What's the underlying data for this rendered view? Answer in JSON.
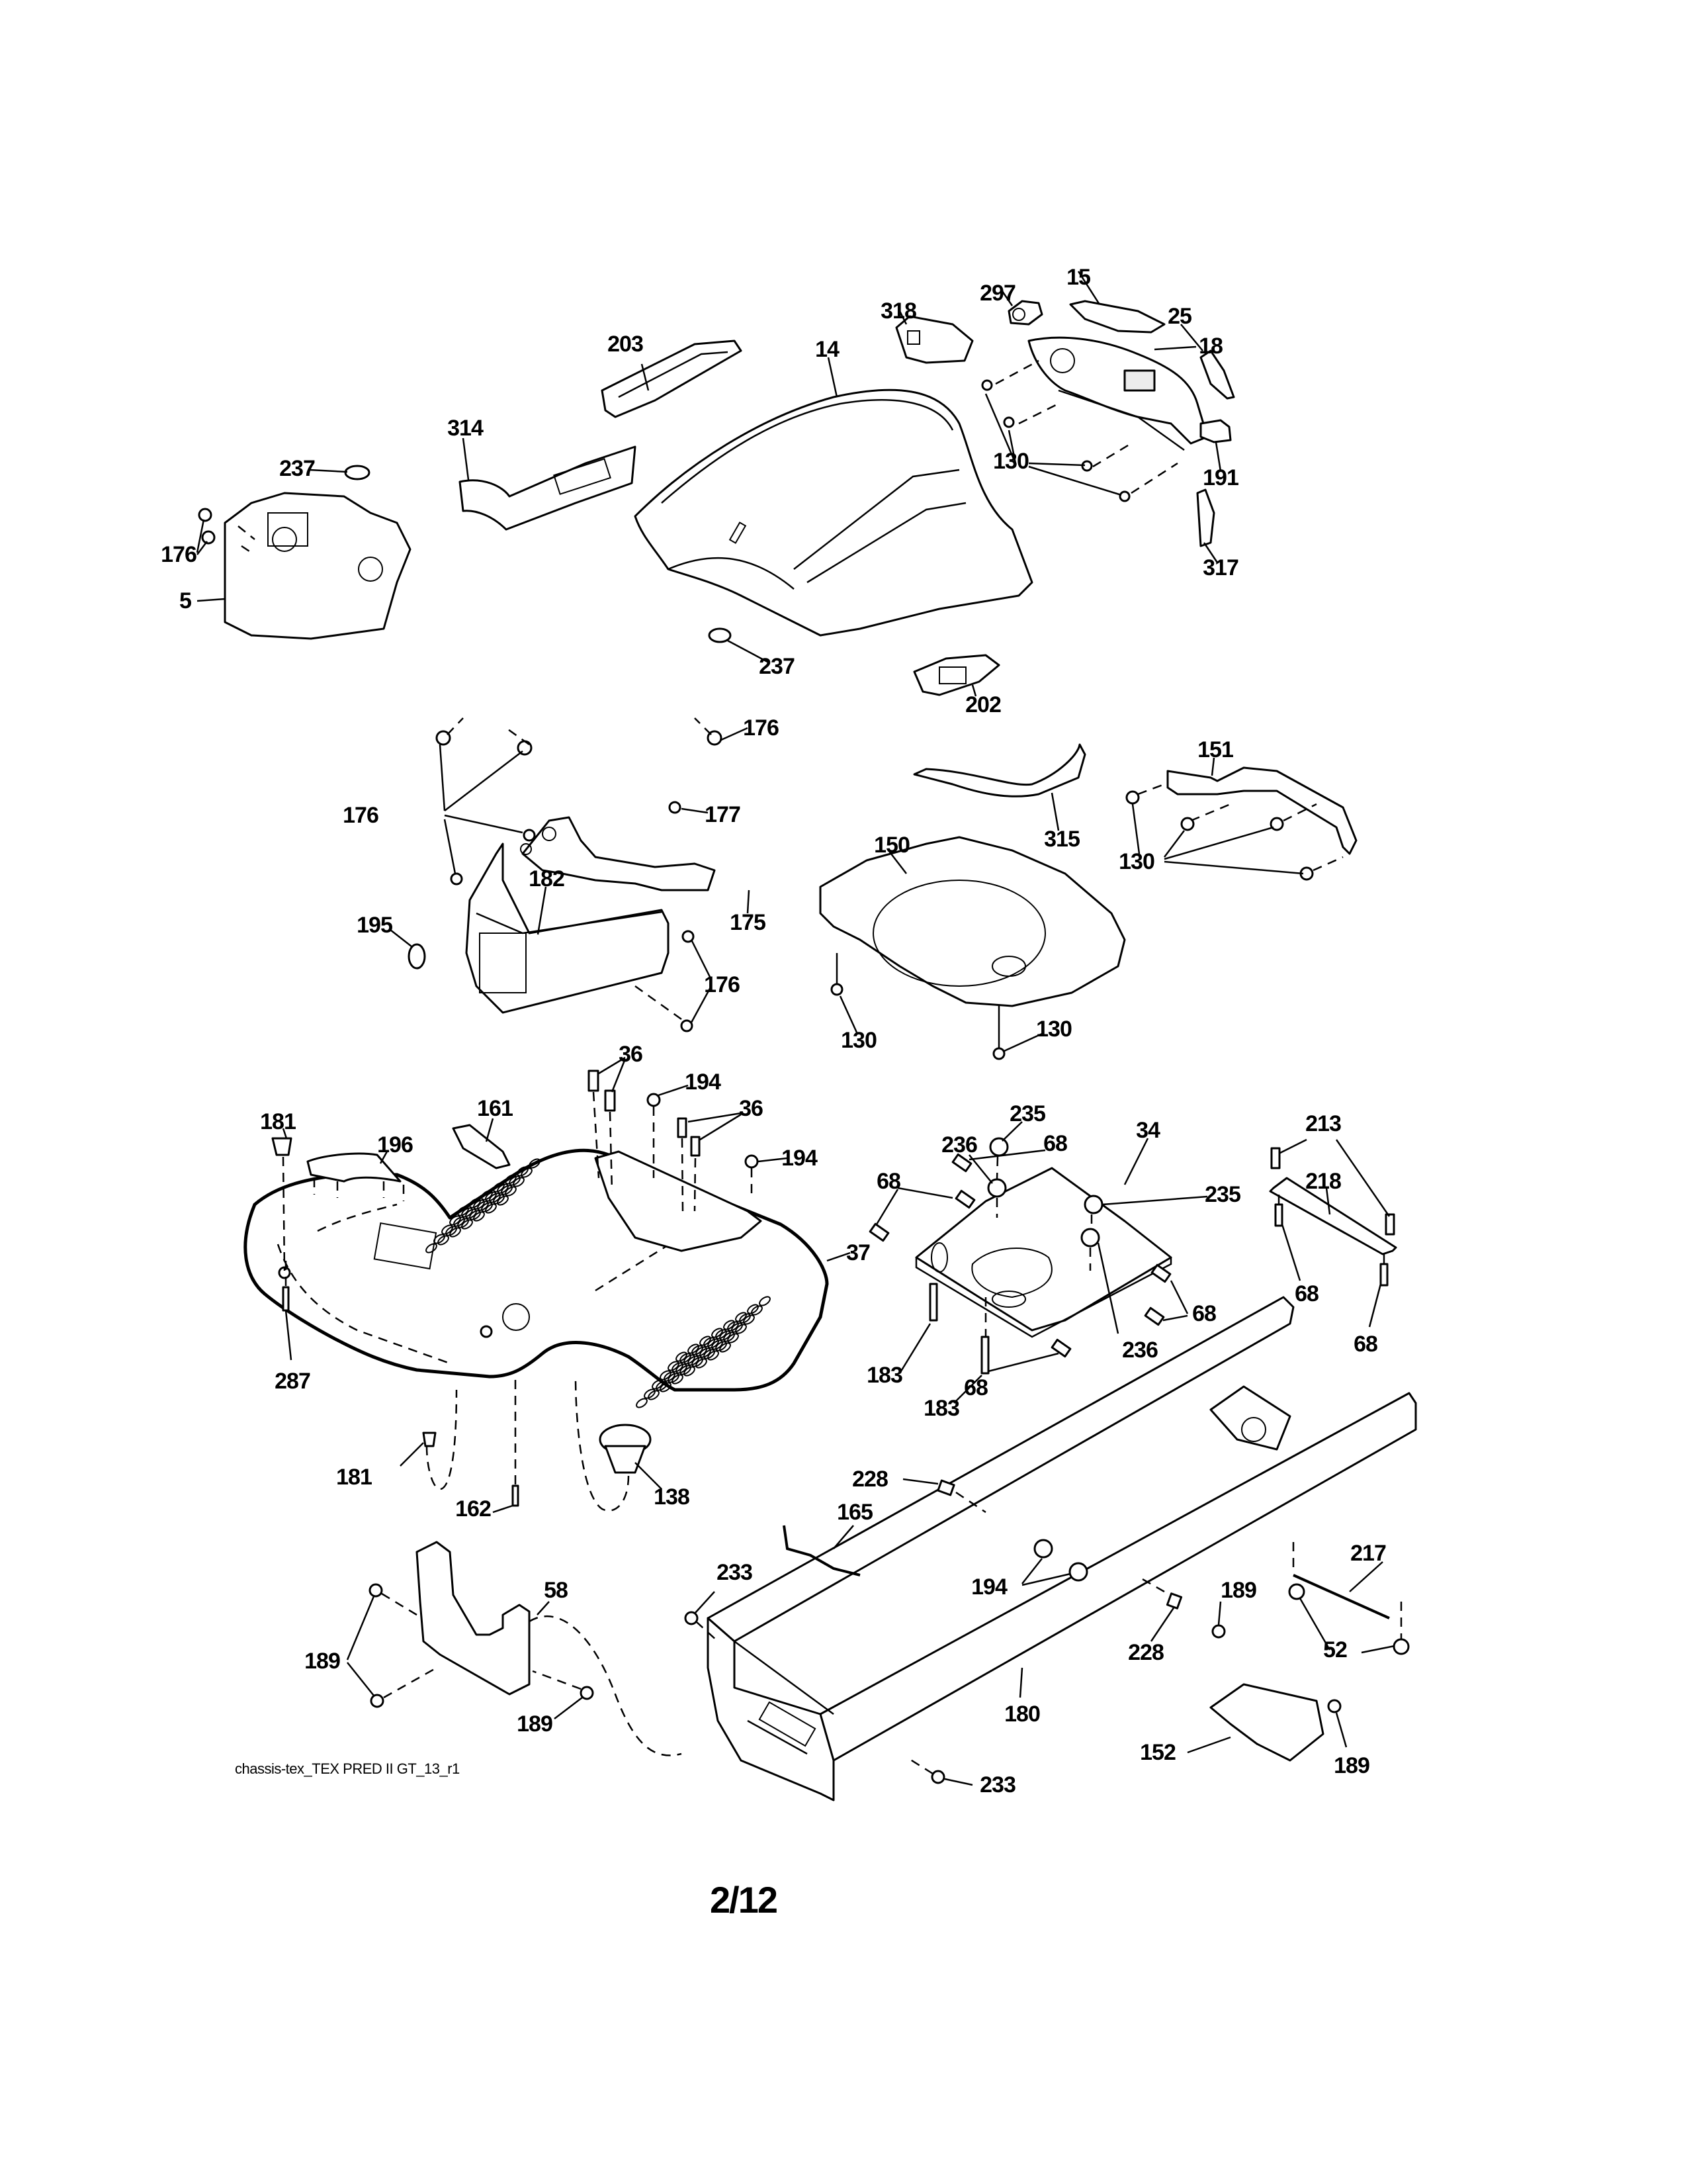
{
  "document": {
    "type": "exploded parts diagram",
    "drawing_id": "chassis-tex_TEX PRED II GT_13_r1",
    "page_number": "2/12"
  },
  "callouts": [
    {
      "id": "c-203",
      "label": "203"
    },
    {
      "id": "c-14",
      "label": "14"
    },
    {
      "id": "c-318",
      "label": "318"
    },
    {
      "id": "c-297",
      "label": "297"
    },
    {
      "id": "c-15",
      "label": "15"
    },
    {
      "id": "c-25",
      "label": "25"
    },
    {
      "id": "c-18",
      "label": "18"
    },
    {
      "id": "c-314",
      "label": "314"
    },
    {
      "id": "c-237a",
      "label": "237"
    },
    {
      "id": "c-176a",
      "label": "176"
    },
    {
      "id": "c-5",
      "label": "5"
    },
    {
      "id": "c-237b",
      "label": "237"
    },
    {
      "id": "c-130a",
      "label": "130"
    },
    {
      "id": "c-191",
      "label": "191"
    },
    {
      "id": "c-317",
      "label": "317"
    },
    {
      "id": "c-202",
      "label": "202"
    },
    {
      "id": "c-176b",
      "label": "176"
    },
    {
      "id": "c-176c",
      "label": "176"
    },
    {
      "id": "c-177",
      "label": "177"
    },
    {
      "id": "c-151",
      "label": "151"
    },
    {
      "id": "c-315",
      "label": "315"
    },
    {
      "id": "c-150",
      "label": "150"
    },
    {
      "id": "c-130b",
      "label": "130"
    },
    {
      "id": "c-175",
      "label": "175"
    },
    {
      "id": "c-182",
      "label": "182"
    },
    {
      "id": "c-195",
      "label": "195"
    },
    {
      "id": "c-176d",
      "label": "176"
    },
    {
      "id": "c-130c",
      "label": "130"
    },
    {
      "id": "c-130d",
      "label": "130"
    },
    {
      "id": "c-36a",
      "label": "36"
    },
    {
      "id": "c-194a",
      "label": "194"
    },
    {
      "id": "c-181a",
      "label": "181"
    },
    {
      "id": "c-161",
      "label": "161"
    },
    {
      "id": "c-196",
      "label": "196"
    },
    {
      "id": "c-36b",
      "label": "36"
    },
    {
      "id": "c-194b",
      "label": "194"
    },
    {
      "id": "c-235a",
      "label": "235"
    },
    {
      "id": "c-236a",
      "label": "236"
    },
    {
      "id": "c-68a",
      "label": "68"
    },
    {
      "id": "c-34",
      "label": "34"
    },
    {
      "id": "c-68b",
      "label": "68"
    },
    {
      "id": "c-235b",
      "label": "235"
    },
    {
      "id": "c-213",
      "label": "213"
    },
    {
      "id": "c-218",
      "label": "218"
    },
    {
      "id": "c-68c",
      "label": "68"
    },
    {
      "id": "c-37",
      "label": "37"
    },
    {
      "id": "c-68d",
      "label": "68"
    },
    {
      "id": "c-236b",
      "label": "236"
    },
    {
      "id": "c-183a",
      "label": "183"
    },
    {
      "id": "c-68e",
      "label": "68"
    },
    {
      "id": "c-183b",
      "label": "183"
    },
    {
      "id": "c-68f",
      "label": "68"
    },
    {
      "id": "c-287",
      "label": "287"
    },
    {
      "id": "c-181b",
      "label": "181"
    },
    {
      "id": "c-162",
      "label": "162"
    },
    {
      "id": "c-138",
      "label": "138"
    },
    {
      "id": "c-228a",
      "label": "228"
    },
    {
      "id": "c-165",
      "label": "165"
    },
    {
      "id": "c-233a",
      "label": "233"
    },
    {
      "id": "c-194c",
      "label": "194"
    },
    {
      "id": "c-217",
      "label": "217"
    },
    {
      "id": "c-189a",
      "label": "189"
    },
    {
      "id": "c-58",
      "label": "58"
    },
    {
      "id": "c-52",
      "label": "52"
    },
    {
      "id": "c-228b",
      "label": "228"
    },
    {
      "id": "c-189b",
      "label": "189"
    },
    {
      "id": "c-180",
      "label": "180"
    },
    {
      "id": "c-189c",
      "label": "189"
    },
    {
      "id": "c-152",
      "label": "152"
    },
    {
      "id": "c-189d",
      "label": "189"
    },
    {
      "id": "c-233b",
      "label": "233"
    }
  ]
}
